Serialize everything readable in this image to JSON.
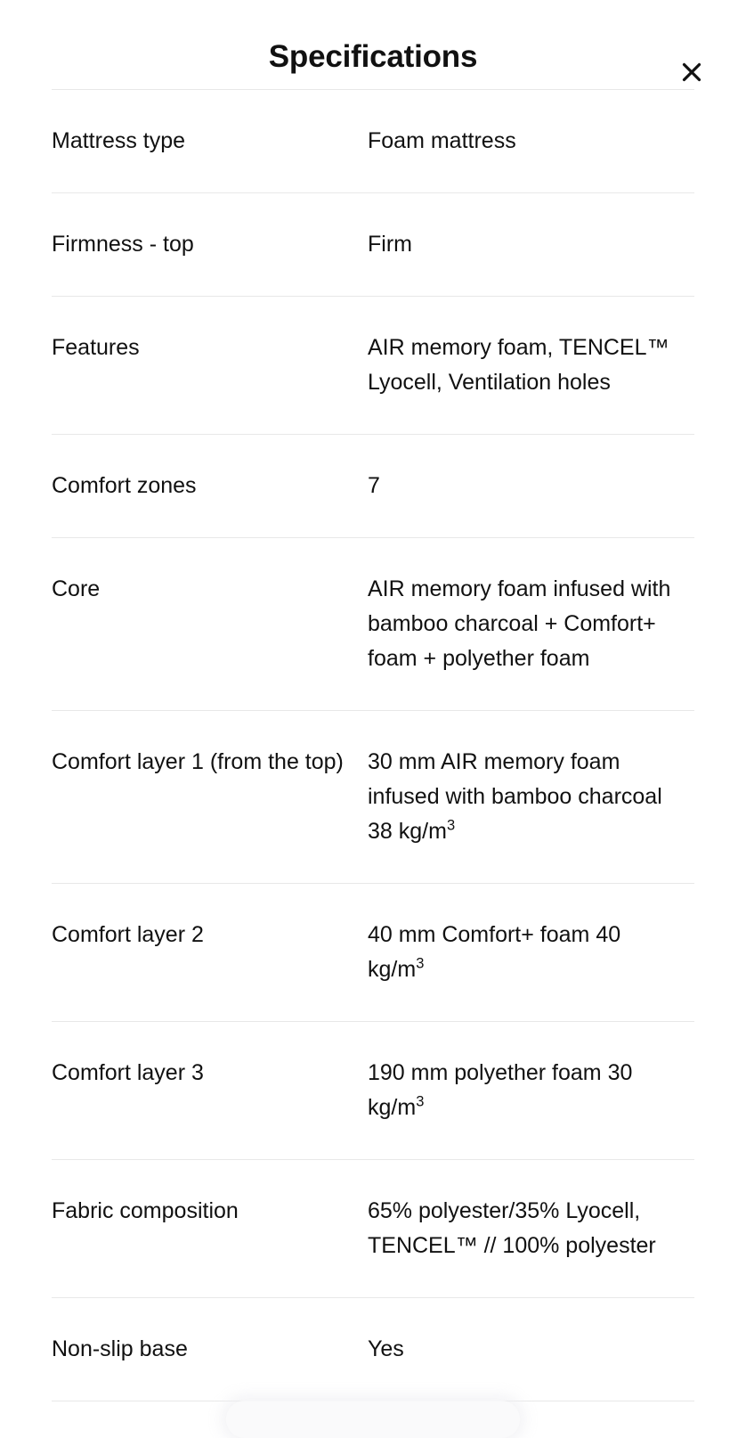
{
  "modal": {
    "title": "Specifications",
    "close_label": "×",
    "close_icon": "close-icon"
  },
  "specs": [
    {
      "label": "Mattress type",
      "value": "Foam mattress"
    },
    {
      "label": "Firmness - top",
      "value": "Firm"
    },
    {
      "label": "Features",
      "value": "AIR memory foam, TENCEL™ Lyocell, Ventilation holes"
    },
    {
      "label": "Comfort zones",
      "value": "7"
    },
    {
      "label": "Core",
      "value": "AIR memory foam infused with bamboo charcoal + Comfort+ foam + polyether foam"
    },
    {
      "label": "Comfort layer 1 (from the top)",
      "value": "30 mm AIR memory foam infused with bamboo charcoal 38 kg/m³"
    },
    {
      "label": "Comfort layer 2",
      "value": "40 mm Comfort+ foam 40 kg/m³"
    },
    {
      "label": "Comfort layer 3",
      "value": "190 mm polyether foam 30 kg/m³"
    },
    {
      "label": "Fabric composition",
      "value": "65% polyester/35% Lyocell, TENCEL™ // 100% polyester"
    },
    {
      "label": "Non-slip base",
      "value": "Yes"
    }
  ],
  "colors": {
    "background": "#ffffff",
    "text": "#111111",
    "divider": "#e8e8e8"
  }
}
